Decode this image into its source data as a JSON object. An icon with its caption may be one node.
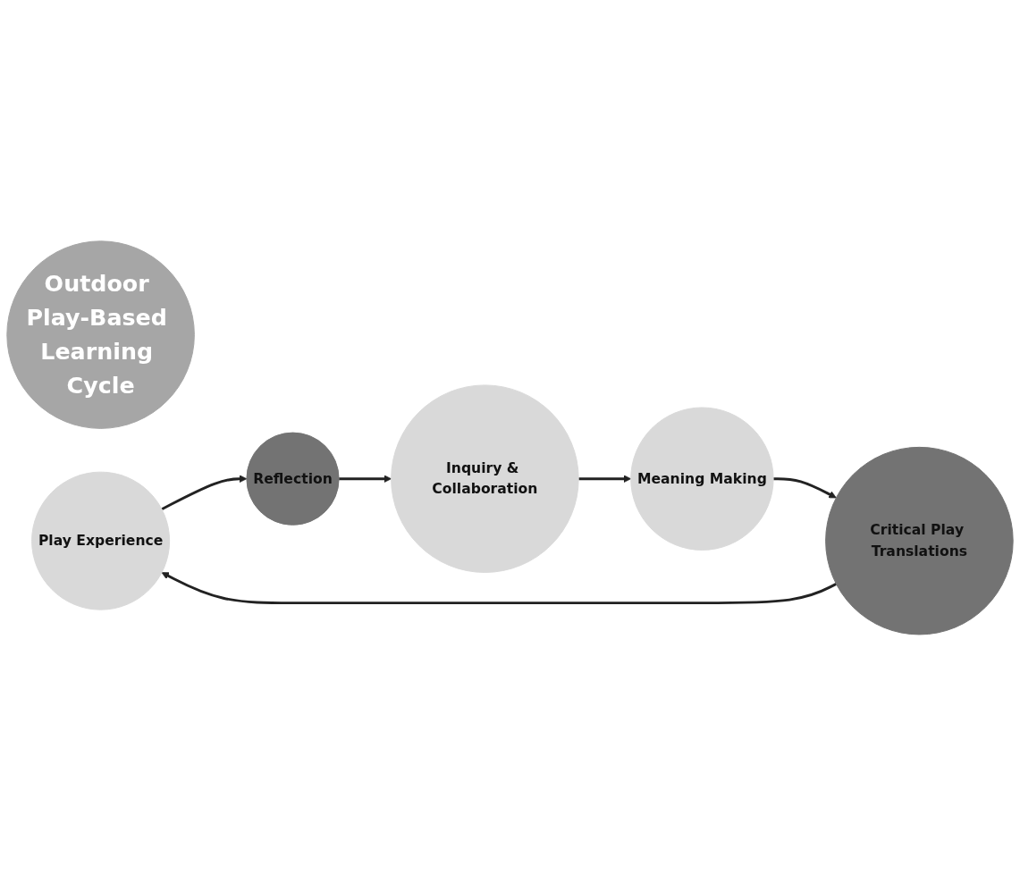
{
  "diagram": {
    "nodes": [
      {
        "text": [
          "Outdoor Play-Based Learning Cycle"
        ]
      },
      {
        "text": [
          "Play Experience"
        ]
      },
      {
        "text": [
          "Reflection"
        ]
      },
      {
        "text": [
          "Inquiry & Collaboration"
        ]
      },
      {
        "text": [
          "Meaning Making"
        ]
      },
      {
        "text": [
          "Critical Play Translations"
        ]
      }
    ],
    "edges": [
      {
        "from": 1,
        "to": 2,
        "arrow": "to"
      },
      {
        "from": 2,
        "to": 3,
        "arrow": "to"
      },
      {
        "from": 3,
        "to": 4,
        "arrow": "to"
      },
      {
        "from": 4,
        "to": 5,
        "arrow": "to"
      },
      {
        "from": 5,
        "to": 1,
        "arrow": "to"
      }
    ]
  }
}
